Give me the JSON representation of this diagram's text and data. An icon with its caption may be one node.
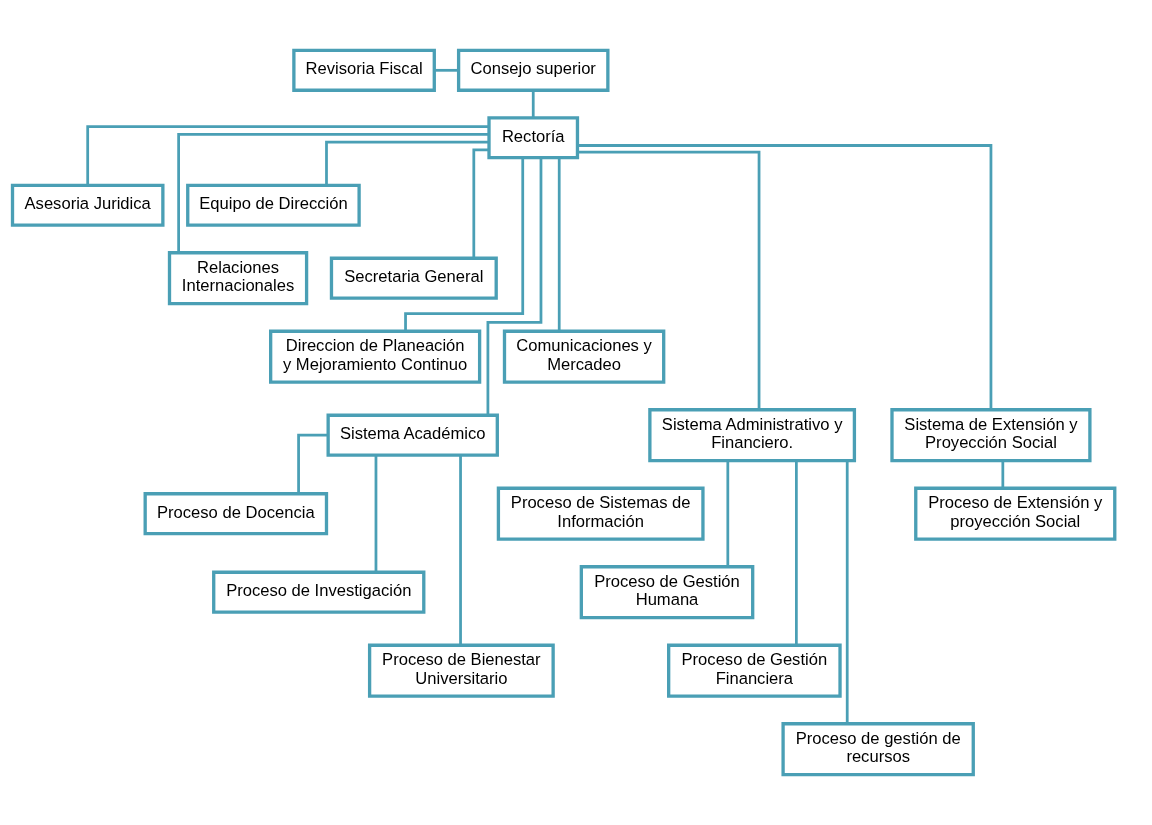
{
  "diagram": {
    "nodes": [
      {
        "text": [
          "Consejo superior"
        ]
      },
      {
        "text": [
          "Revisoria Fiscal"
        ]
      },
      {
        "text": [
          "Rectoría"
        ]
      },
      {
        "text": [
          "Asesoria Juridica"
        ]
      },
      {
        "text": [
          "Equipo de Dirección"
        ]
      },
      {
        "text": [
          "Relaciones Internacionales"
        ]
      },
      {
        "text": [
          "Secretaria General"
        ]
      },
      {
        "text": [
          "Direccion de Planeación y Mejoramiento Continuo"
        ]
      },
      {
        "text": [
          "Comunicaciones y Mercadeo"
        ]
      },
      {
        "text": [
          "Sistema Académico"
        ]
      },
      {
        "text": [
          "Sistema Administrativo y Financiero."
        ]
      },
      {
        "text": [
          "Sistema de Extensión y Proyección Social"
        ]
      },
      {
        "text": [
          "Proceso de Docencia"
        ]
      },
      {
        "text": [
          "Proceso de Investigación"
        ]
      },
      {
        "text": [
          "Proceso de Bienestar Universitario"
        ]
      },
      {
        "text": [
          "Proceso de Sistemas de Información"
        ]
      },
      {
        "text": [
          "Proceso de Gestión Humana"
        ]
      },
      {
        "text": [
          "Proceso de Gestión Financiera"
        ]
      },
      {
        "text": [
          "Proceso de gestión de recursos"
        ]
      },
      {
        "text": [
          "Proceso de Extensión y proyección Social"
        ]
      }
    ],
    "edges": [
      {
        "from": 1,
        "to": 0,
        "arrow": "none"
      },
      {
        "from": 0,
        "to": 2,
        "arrow": "none"
      },
      {
        "from": 2,
        "to": 3,
        "arrow": "none"
      },
      {
        "from": 2,
        "to": 4,
        "arrow": "none"
      },
      {
        "from": 2,
        "to": 5,
        "arrow": "none"
      },
      {
        "from": 2,
        "to": 6,
        "arrow": "none"
      },
      {
        "from": 2,
        "to": 7,
        "arrow": "none"
      },
      {
        "from": 2,
        "to": 8,
        "arrow": "none"
      },
      {
        "from": 2,
        "to": 9,
        "arrow": "none"
      },
      {
        "from": 2,
        "to": 10,
        "arrow": "none"
      },
      {
        "from": 2,
        "to": 11,
        "arrow": "none"
      },
      {
        "from": 9,
        "to": 12,
        "arrow": "none"
      },
      {
        "from": 9,
        "to": 13,
        "arrow": "none"
      },
      {
        "from": 9,
        "to": 14,
        "arrow": "none"
      },
      {
        "from": 10,
        "to": 16,
        "arrow": "none"
      },
      {
        "from": 10,
        "to": 17,
        "arrow": "none"
      },
      {
        "from": 10,
        "to": 18,
        "arrow": "none"
      },
      {
        "from": 11,
        "to": 19,
        "arrow": "none"
      }
    ]
  }
}
